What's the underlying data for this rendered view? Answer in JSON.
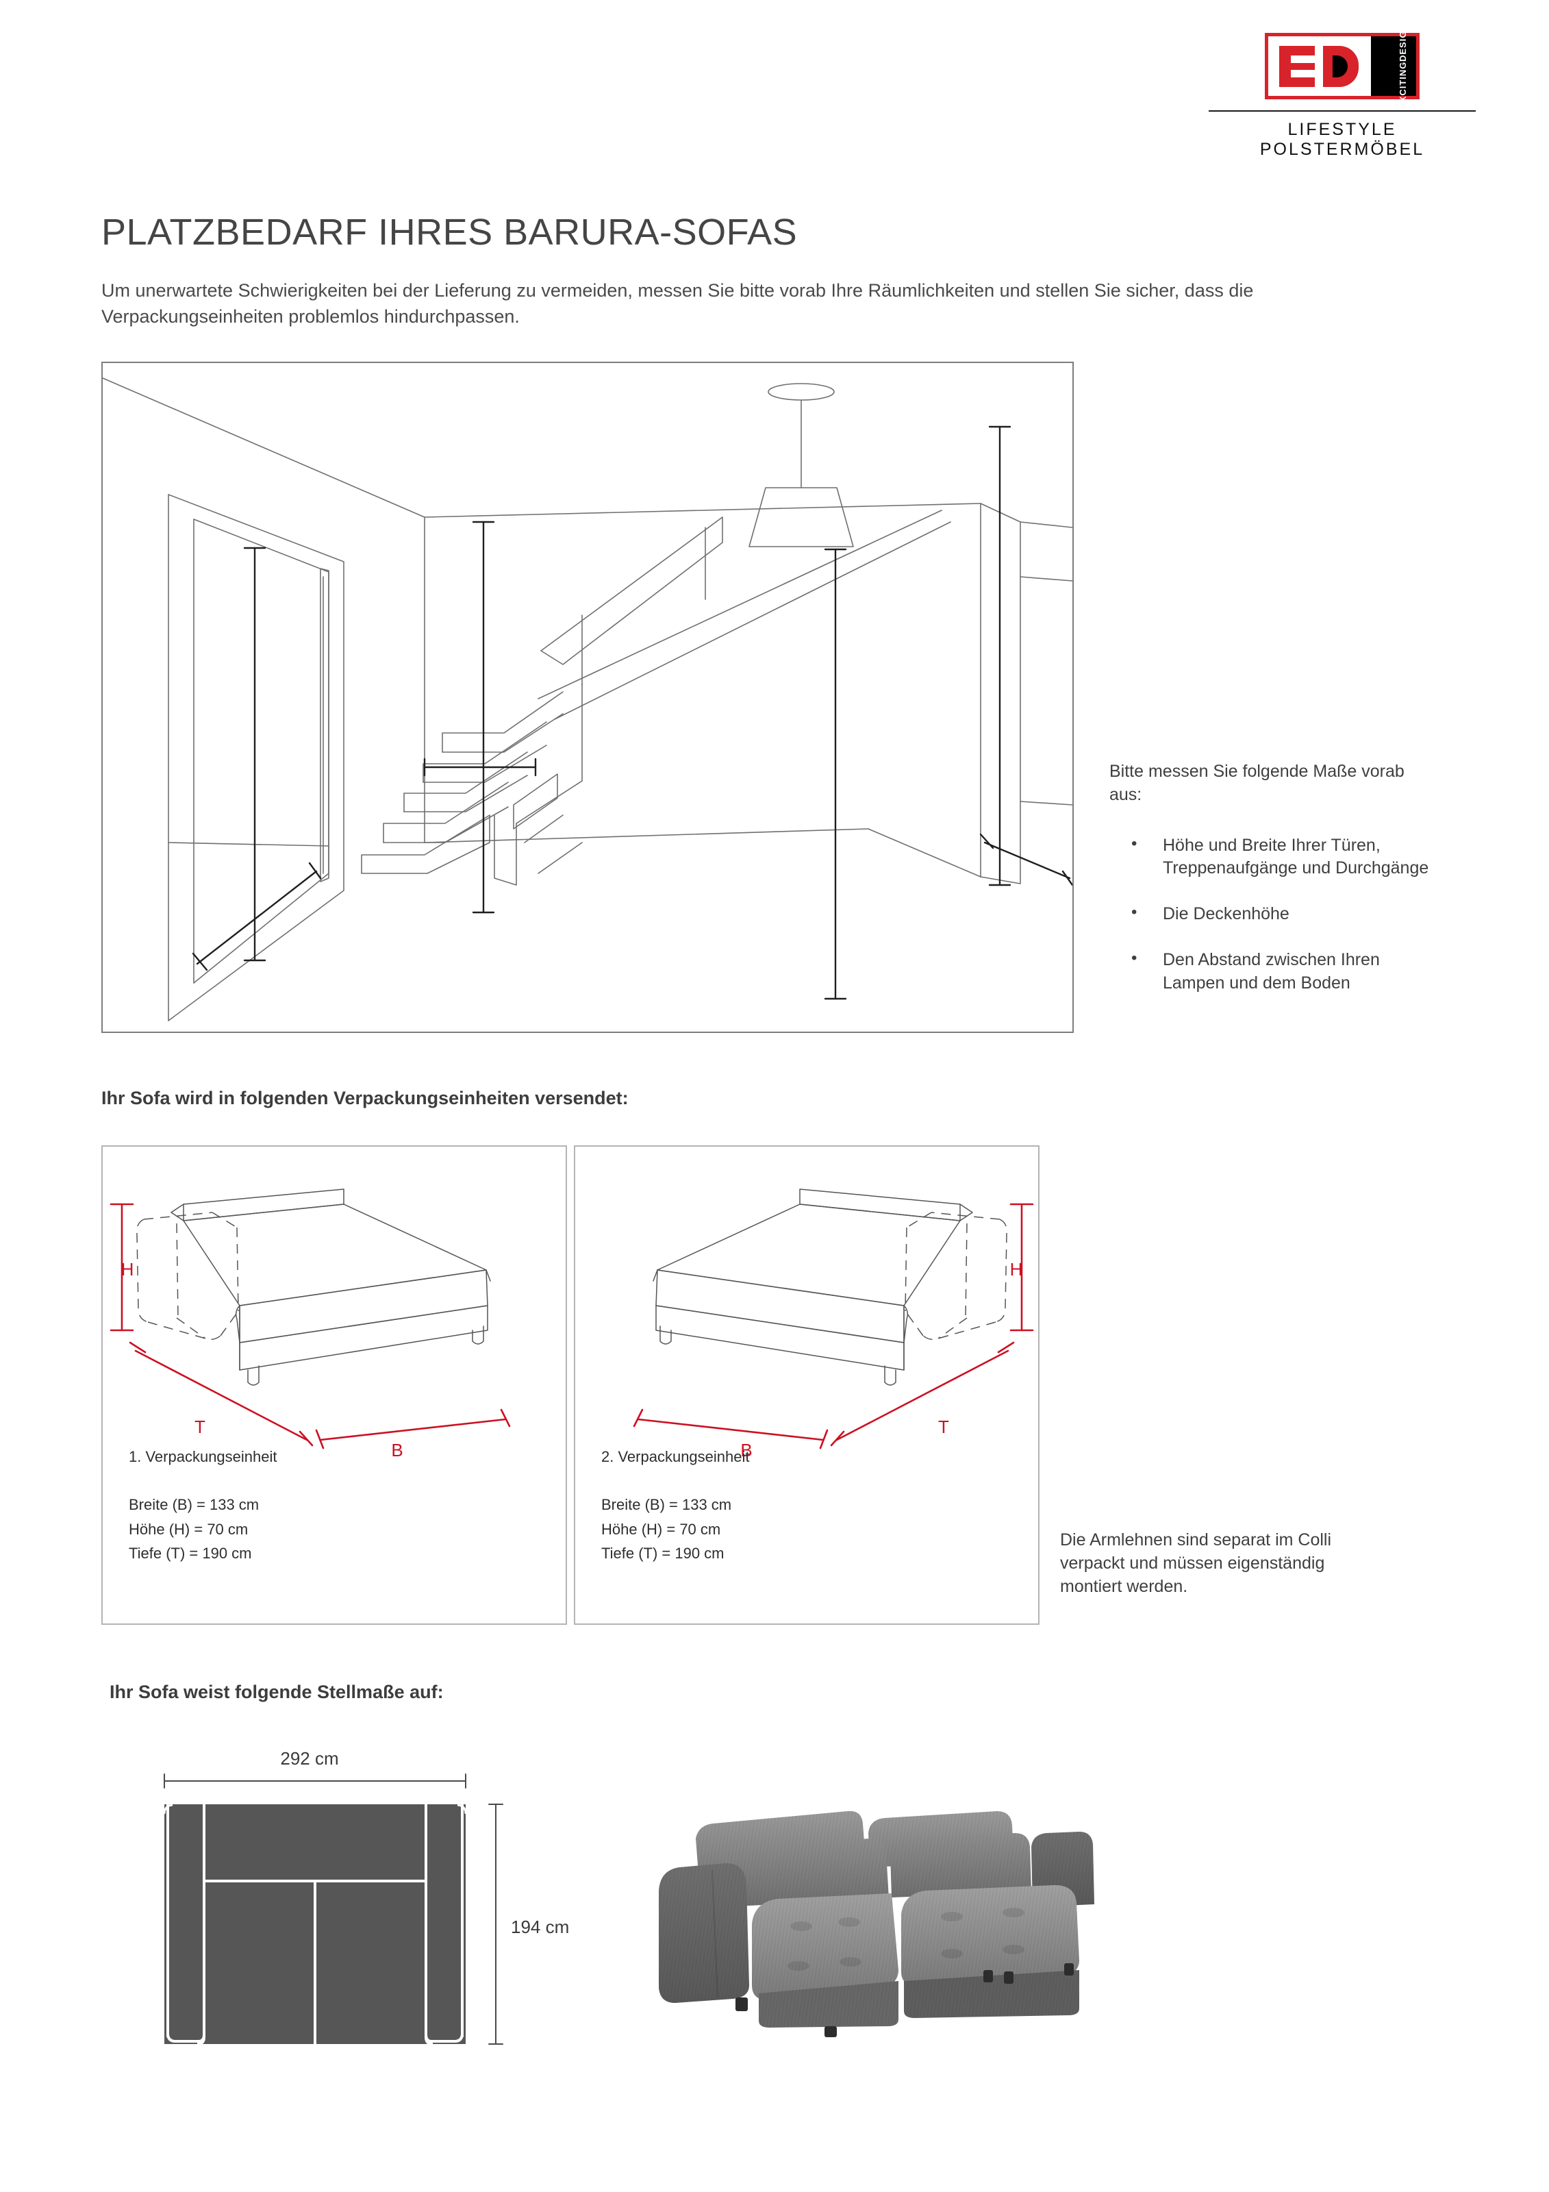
{
  "brand": {
    "logo_letters": "ED",
    "logo_vertical_top": "EXCITING",
    "logo_vertical_bottom": "DESIGN",
    "tagline": "LIFESTYLE  POLSTERMÖBEL",
    "accent_red": "#d8232a",
    "logo_black": "#1a1a1a"
  },
  "document": {
    "title": "PLATZBEDARF IHRES BARURA-SOFAS",
    "intro": "Um unerwartete Schwierigkeiten bei der Lieferung zu vermeiden, messen Sie bitte vorab Ihre Räumlichkeiten und stellen Sie sicher, dass die Verpackungseinheiten problemlos hindurchpassen."
  },
  "measure": {
    "lead": "Bitte messen Sie folgende Maße vorab aus:",
    "items": [
      "Höhe und Breite Ihrer Türen, Treppenaufgänge und Durchgänge",
      "Die Deckenhöhe",
      "Den Abstand zwischen Ihren Lampen und dem Boden"
    ]
  },
  "packaging": {
    "heading": "Ihr Sofa wird in folgenden Verpackungseinheiten versendet:",
    "dim_letters": {
      "height": "H",
      "depth": "T",
      "width": "B"
    },
    "accent_red": "#cc1122",
    "units": [
      {
        "caption": "1.  Verpackungseinheit",
        "width_line": "Breite (B) = 133 cm",
        "height_line": "Höhe (H) = 70 cm",
        "depth_line": "Tiefe (T) = 190 cm",
        "width_cm": 133,
        "height_cm": 70,
        "depth_cm": 190
      },
      {
        "caption": "2.  Verpackungseinheit",
        "width_line": "Breite (B) = 133 cm",
        "height_line": "Höhe (H) = 70 cm",
        "depth_line": "Tiefe (T) = 190 cm",
        "width_cm": 133,
        "height_cm": 70,
        "depth_cm": 190
      }
    ],
    "armrest_note": "Die Armlehnen sind separat im Colli verpackt und müssen eigenständig montiert werden."
  },
  "footprint": {
    "heading": "Ihr Sofa weist folgende Stellmaße auf:",
    "width_label": "292 cm",
    "depth_label": "194 cm",
    "width_cm": 292,
    "depth_cm": 194,
    "plan_fill": "#565656"
  }
}
